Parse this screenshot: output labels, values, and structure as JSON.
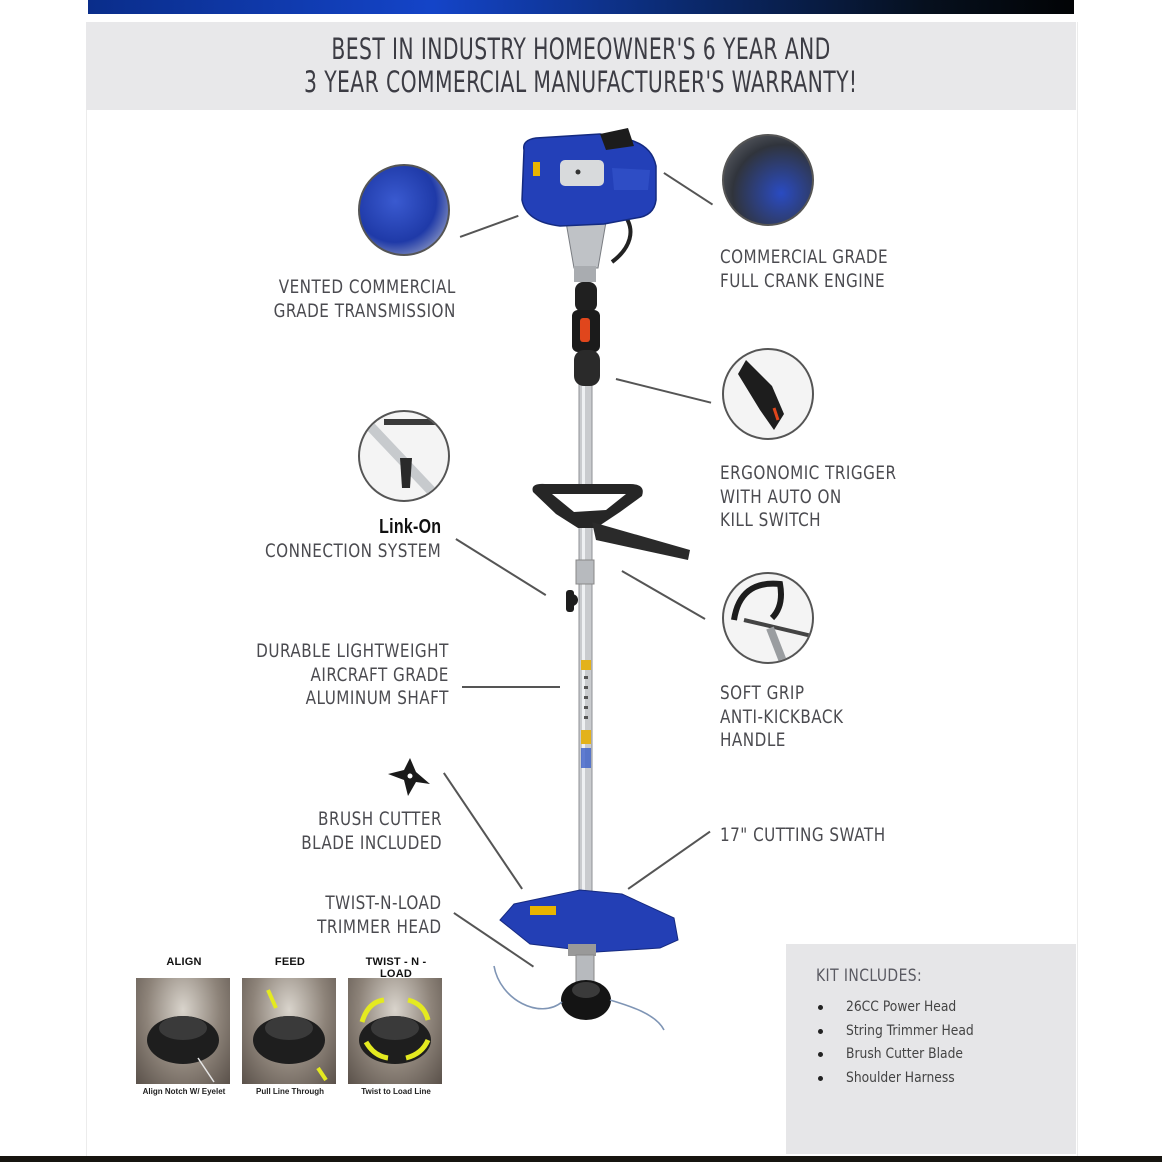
{
  "headline": {
    "line1": "BEST IN INDUSTRY HOMEOWNER'S 6 YEAR AND",
    "line2": "3 YEAR COMMERCIAL MANUFACTURER'S WARRANTY!"
  },
  "callouts": {
    "transmission": {
      "lines": [
        "VENTED COMMERCIAL",
        "GRADE TRANSMISSION"
      ]
    },
    "engine": {
      "lines": [
        "COMMERCIAL GRADE",
        "FULL CRANK ENGINE"
      ]
    },
    "trigger": {
      "lines": [
        "ERGONOMIC TRIGGER",
        "WITH AUTO ON",
        "KILL SWITCH"
      ]
    },
    "link_on": {
      "brand": "Link-On",
      "lines": [
        "CONNECTION SYSTEM"
      ]
    },
    "shaft": {
      "lines": [
        "DURABLE LIGHTWEIGHT",
        "AIRCRAFT GRADE",
        "ALUMINUM SHAFT"
      ]
    },
    "handle": {
      "lines": [
        "SOFT GRIP",
        "ANTI-KICKBACK",
        "HANDLE"
      ]
    },
    "blade": {
      "lines": [
        "BRUSH CUTTER",
        "BLADE INCLUDED"
      ]
    },
    "swath": {
      "lines": [
        "17\" CUTTING SWATH"
      ]
    },
    "trimmer_head": {
      "lines": [
        "TWIST-N-LOAD",
        "TRIMMER HEAD"
      ]
    }
  },
  "steps": [
    {
      "title": "ALIGN",
      "caption": "Align Notch W/ Eyelet"
    },
    {
      "title": "FEED",
      "caption": "Pull Line Through"
    },
    {
      "title": "TWIST - N - LOAD",
      "caption": "Twist to Load Line"
    }
  ],
  "kit": {
    "title": "KIT INCLUDES:",
    "items": [
      "26CC Power Head",
      "String Trimmer Head",
      "Brush Cutter Blade",
      "Shoulder Harness"
    ]
  },
  "colors": {
    "brand_blue": "#1f3aa8",
    "accent_orange": "#e0461c",
    "warning_yellow": "#e8b400",
    "text_gray": "#4b4b50",
    "panel_gray": "#e6e6e8"
  }
}
